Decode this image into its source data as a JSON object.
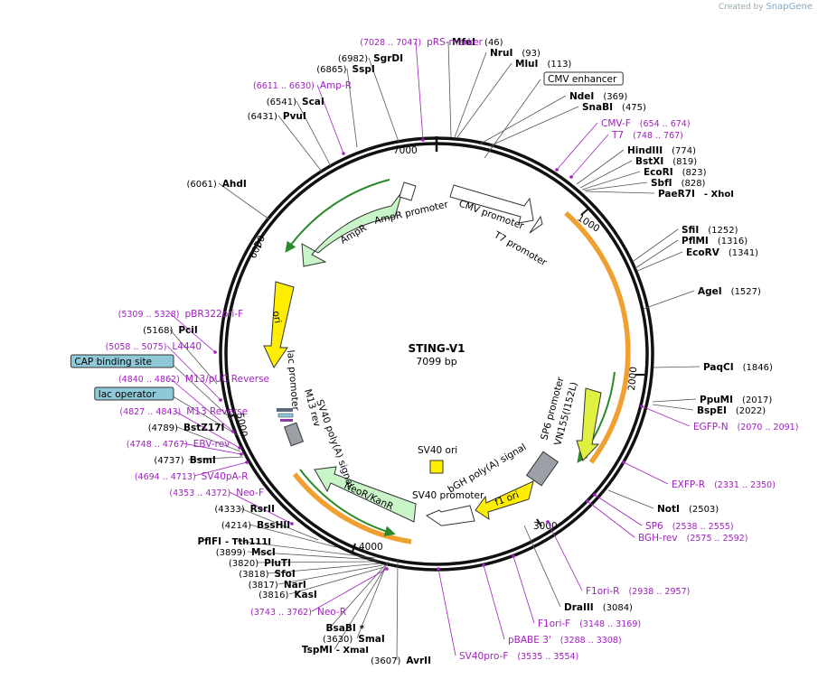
{
  "credit": {
    "prefix": "Created by",
    "brand": "SnapGene"
  },
  "plasmid": {
    "name": "STING-V1",
    "length": "7099 bp"
  },
  "ticks": [
    "1000",
    "2000",
    "3000",
    "4000",
    "5000",
    "6000",
    "7000"
  ],
  "features": {
    "cmv_promoter": "CMV promoter",
    "t7_promoter": "T7 promoter",
    "sp6_promoter": "SP6 promoter",
    "vn": "VN155(I152L)",
    "bgh": "bGH poly(A) signal",
    "f1ori": "f1 ori",
    "sv40ori": "SV40 ori",
    "sv40_promoter": "SV40 promoter",
    "neor": "NeoR/KanR",
    "sv40pa": "SV40 poly(A) signal",
    "m13rev": "M13 rev",
    "lac_promoter": "lac promoter",
    "ori": "ori",
    "ampr": "AmpR",
    "ampr_promoter": "AmpR promoter"
  },
  "labels": [
    {
      "n": "MfeI",
      "p": "(46)",
      "t": "enz"
    },
    {
      "n": "NruI",
      "p": "(93)",
      "t": "enz"
    },
    {
      "n": "MluI",
      "p": "(113)",
      "t": "enz"
    },
    {
      "n": "CMV enhancer",
      "p": "",
      "t": "box"
    },
    {
      "n": "NdeI",
      "p": "(369)",
      "t": "enz"
    },
    {
      "n": "SnaBI",
      "p": "(475)",
      "t": "enz"
    },
    {
      "n": "CMV-F",
      "p": "(654 .. 674)",
      "t": "prim"
    },
    {
      "n": "T7",
      "p": "(748 .. 767)",
      "t": "prim"
    },
    {
      "n": "HindIII",
      "p": "(774)",
      "t": "enz"
    },
    {
      "n": "BstXI",
      "p": "(819)",
      "t": "enz"
    },
    {
      "n": "EcoRI",
      "p": "(823)",
      "t": "enz"
    },
    {
      "n": "SbfI",
      "p": "(828)",
      "t": "enz"
    },
    {
      "n": "PaeR7I",
      "p": "- XhoI",
      "t": "enz"
    },
    {
      "n": "SfiI",
      "p": "(1252)",
      "t": "enz"
    },
    {
      "n": "PflMI",
      "p": "(1316)",
      "t": "enz"
    },
    {
      "n": "EcoRV",
      "p": "(1341)",
      "t": "enz"
    },
    {
      "n": "AgeI",
      "p": "(1527)",
      "t": "enz"
    },
    {
      "n": "PaqCI",
      "p": "(1846)",
      "t": "enz"
    },
    {
      "n": "PpuMI",
      "p": "(2017)",
      "t": "enz"
    },
    {
      "n": "BspEI",
      "p": "(2022)",
      "t": "enz"
    },
    {
      "n": "EGFP-N",
      "p": "(2070 .. 2091)",
      "t": "prim"
    },
    {
      "n": "EXFP-R",
      "p": "(2331 .. 2350)",
      "t": "prim"
    },
    {
      "n": "NotI",
      "p": "(2503)",
      "t": "enz"
    },
    {
      "n": "SP6",
      "p": "(2538 .. 2555)",
      "t": "prim"
    },
    {
      "n": "BGH-rev",
      "p": "(2575 .. 2592)",
      "t": "prim"
    },
    {
      "n": "F1ori-R",
      "p": "(2938 .. 2957)",
      "t": "prim"
    },
    {
      "n": "DraIII",
      "p": "(3084)",
      "t": "enz"
    },
    {
      "n": "F1ori-F",
      "p": "(3148 .. 3169)",
      "t": "prim"
    },
    {
      "n": "pBABE 3'",
      "p": "(3288 .. 3308)",
      "t": "prim"
    },
    {
      "n": "SV40pro-F",
      "p": "(3535 .. 3554)",
      "t": "prim"
    },
    {
      "n": "AvrII",
      "p": "(3607)",
      "t": "enz"
    },
    {
      "n": "TspMI",
      "p": "- XmaI",
      "t": "enz"
    },
    {
      "n": "SmaI",
      "p": "(3630)",
      "t": "enz"
    },
    {
      "n": "BsaBI",
      "p": "*",
      "t": "enz"
    },
    {
      "n": "Neo-R",
      "p": "(3743 .. 3762)",
      "t": "prim"
    },
    {
      "n": "KasI",
      "p": "(3816)",
      "t": "enz"
    },
    {
      "n": "NarI",
      "p": "(3817)",
      "t": "enz"
    },
    {
      "n": "SfoI",
      "p": "(3818)",
      "t": "enz"
    },
    {
      "n": "PluTI",
      "p": "(3820)",
      "t": "enz"
    },
    {
      "n": "MscI",
      "p": "(3899)",
      "t": "enz"
    },
    {
      "n": "PflFI",
      "p": "- Tth111I",
      "t": "enz"
    },
    {
      "n": "BssHII",
      "p": "(4214)",
      "t": "enz"
    },
    {
      "n": "RsrII",
      "p": "(4333)",
      "t": "enz"
    },
    {
      "n": "Neo-F",
      "p": "(4353 .. 4372)",
      "t": "prim"
    },
    {
      "n": "SV40pA-R",
      "p": "(4694 .. 4713)",
      "t": "prim"
    },
    {
      "n": "BsmI",
      "p": "(4737)",
      "t": "enz"
    },
    {
      "n": "EBV-rev",
      "p": "(4748 .. 4767)",
      "t": "prim"
    },
    {
      "n": "BstZ17I",
      "p": "(4789)",
      "t": "enz"
    },
    {
      "n": "M13 Reverse",
      "p": "(4827 .. 4843)",
      "t": "prim"
    },
    {
      "n": "lac operator",
      "p": "",
      "t": "box"
    },
    {
      "n": "M13/pUC Reverse",
      "p": "(4840 .. 4862)",
      "t": "prim"
    },
    {
      "n": "CAP binding site",
      "p": "",
      "t": "box"
    },
    {
      "n": "L4440",
      "p": "(5058 .. 5075)",
      "t": "prim"
    },
    {
      "n": "PciI",
      "p": "(5168)",
      "t": "enz"
    },
    {
      "n": "pBR322ori-F",
      "p": "(5309 .. 5328)",
      "t": "prim"
    },
    {
      "n": "AhdI",
      "p": "(6061)",
      "t": "enz"
    },
    {
      "n": "PvuI",
      "p": "(6431)",
      "t": "enz"
    },
    {
      "n": "ScaI",
      "p": "(6541)",
      "t": "enz"
    },
    {
      "n": "Amp-R",
      "p": "(6611 .. 6630)",
      "t": "prim"
    },
    {
      "n": "SspI",
      "p": "(6865)",
      "t": "enz"
    },
    {
      "n": "SgrDI",
      "p": "(6982)",
      "t": "enz"
    },
    {
      "n": "pRS-marker",
      "p": "(7028 .. 7047)",
      "t": "prim"
    }
  ],
  "colors": {
    "primer": "#a020c0",
    "ampr": "#c8f5c8",
    "ori": "#ffee00",
    "orange": "#f0a030",
    "green": "#2a8a2a",
    "lac": "#8fc9d8"
  }
}
